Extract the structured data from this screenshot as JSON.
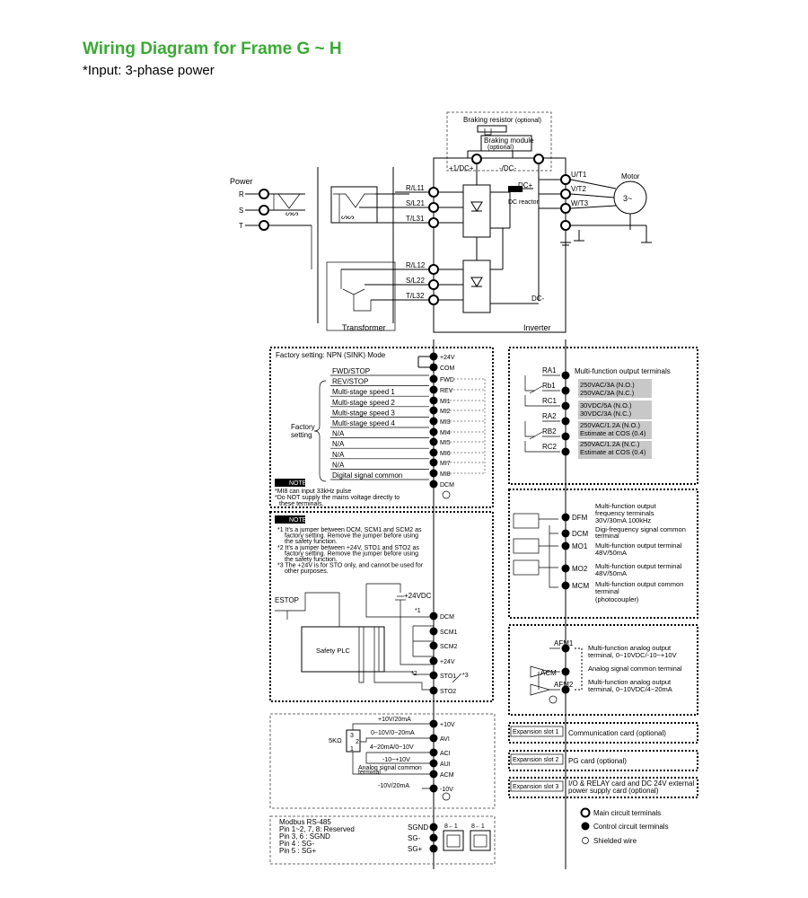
{
  "title": "Wiring Diagram for Frame G ~ H",
  "subtitle": "*Input: 3-phase power",
  "power": {
    "label": "Power",
    "phases": [
      "R",
      "S",
      "T"
    ]
  },
  "transformer": {
    "label": "Transformer"
  },
  "inverter": {
    "label": "Inverter"
  },
  "braking": {
    "resistor": "Braking resistor",
    "resistor_opt": "(optional)",
    "module": "Braking module",
    "module_opt": "(optional)",
    "dc_plus_left": "+1/DC+",
    "dc_minus_top": "-/DC-"
  },
  "dc_reactor": {
    "plus": "DC+",
    "label": "DC reactor",
    "minus": "DC-"
  },
  "input_terminals": [
    "R/L11",
    "S/L21",
    "T/L31",
    "R/L12",
    "S/L22",
    "T/L32"
  ],
  "output_terminals": [
    "U/T1",
    "V/T2",
    "W/T3"
  ],
  "motor": {
    "label": "Motor",
    "symbol": "3~"
  },
  "digital_inputs": {
    "header": "Factory setting: NPN (SINK) Mode",
    "factory_label": [
      "Factory",
      "setting"
    ],
    "functions": [
      "FWD/STOP",
      "REV/STOP",
      "Multi-stage speed 1",
      "Multi-stage speed 2",
      "Multi-stage speed 3",
      "Multi-stage speed 4",
      "N/A",
      "N/A",
      "N/A",
      "N/A",
      "Digital signal common"
    ],
    "terminals": [
      "+24V",
      "COM",
      "FWD",
      "REV",
      "MI1",
      "MI2",
      "MI3",
      "MI4",
      "MI5",
      "MI6",
      "MI7",
      "MI8",
      "DCM"
    ],
    "note_label": "NOTE",
    "notes": [
      "*MI8 can input 33kHz pulse",
      "*Do NOT supply the mains voltage directly to",
      "these terminals."
    ]
  },
  "safety": {
    "note_label": "NOTE",
    "notes": [
      "*1 It's a jumper between DCM, SCM1 and SCM2 as",
      "factory setting. Remove the jumper before using",
      "the safety function.",
      "*2 It's a jumper between +24V, STO1 and STO2 as",
      "factory setting. Remove the jumper before using",
      "the safety function.",
      "*3 The +24V is for STO only, and cannot be used for",
      "other purposes."
    ],
    "estop": "ESTOP",
    "plc": "Safety PLC",
    "supply": "+24VDC",
    "marks": [
      "*1",
      "*2",
      "*3"
    ],
    "terminals": [
      "DCM",
      "SCM1",
      "SCM2",
      "+24V",
      "STO1",
      "STO2"
    ]
  },
  "analog_inputs": {
    "pot": "5KΩ",
    "pot_pins": [
      "3",
      "2",
      "1"
    ],
    "labels": [
      "+10V/20mA",
      "0~10V/0~20mA",
      "4~20mA/0~10V",
      "-10~+10V",
      "Analog signal common",
      "terminal",
      "-10V/20mA"
    ],
    "terminals": [
      "+10V",
      "AVI",
      "ACI",
      "AUI",
      "ACM",
      "-10V"
    ]
  },
  "modbus": {
    "lines": [
      "Modbus RS-485",
      "Pin 1~2, 7, 8: Reserved",
      "Pin 3, 6 : SGND",
      "Pin 4 : SG-",
      "Pin 5 : SG+"
    ],
    "terminals": [
      "SGND",
      "SG-",
      "SG+"
    ],
    "port_pins": [
      "8←1",
      "8←1"
    ]
  },
  "relay_outputs": {
    "title": "Multi-function output terminals",
    "terminals": [
      "RA1",
      "Rb1",
      "RC1",
      "RA2",
      "RB2",
      "RC2"
    ],
    "ratings": [
      "250VAC/3A (N.O.)",
      "250VAC/3A (N.C.)",
      "30VDC/5A (N.O.)",
      "30VDC/3A (N.C.)",
      "250VAC/1.2A (N.O.)",
      "Estimate at COS (0.4)",
      "250VAC/1.2A (N.C.)",
      "Estimate at COS (0.4)"
    ]
  },
  "digital_outputs": {
    "terminals": [
      "DFM",
      "DCM",
      "MO1",
      "MO2",
      "MCM"
    ],
    "descriptions": [
      [
        "Multi-function output",
        "frequency terminals",
        "30V/30mA 100kHz"
      ],
      [
        "Digi-frequency signal common",
        "terminal"
      ],
      [
        "Multi-function output terminal",
        "48V/50mA"
      ],
      [
        "Multi-function output terminal",
        "48V/50mA"
      ],
      [
        "Multi-function output common",
        "terminal",
        "(photocoupler)"
      ]
    ]
  },
  "analog_outputs": {
    "terminals": [
      "AFM1",
      "ACM",
      "AFM2"
    ],
    "descriptions": [
      [
        "Multi-function analog output",
        "terminal, 0~10VDC/-10~+10V"
      ],
      [
        "Analog signal common terminal"
      ],
      [
        "Multi-function analog output",
        "terminal, 0~10VDC/4~20mA"
      ]
    ]
  },
  "expansion": [
    {
      "slot": "Expansion slot 1",
      "desc": [
        "Communication card (optional)"
      ]
    },
    {
      "slot": "Expansion slot 2",
      "desc": [
        "PG card (optional)"
      ]
    },
    {
      "slot": "Expansion slot 3",
      "desc": [
        "I/O & RELAY card and DC 24V external",
        "power supply card (optional)"
      ]
    }
  ],
  "legend": [
    "Main circuit terminals",
    "Control circuit terminals",
    "Shielded wire"
  ]
}
